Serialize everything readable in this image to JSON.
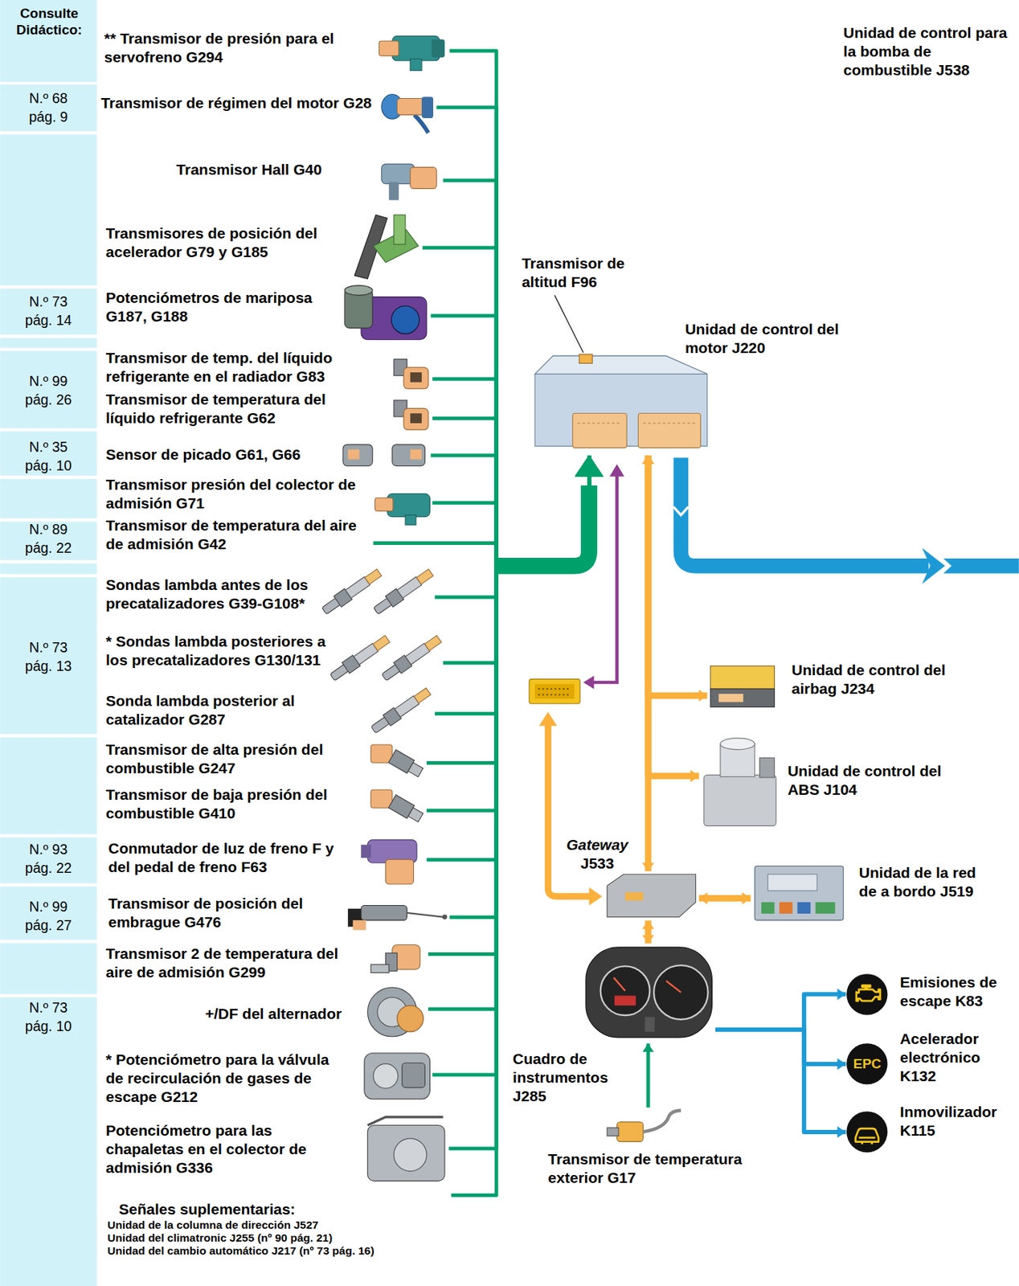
{
  "diagram": {
    "nodes": [
      {
        "text": [
          "** Transmisor de presión para el servofreno G294"
        ]
      },
      {
        "text": [
          "Transmisor de régimen del motor G28"
        ]
      },
      {
        "text": [
          "Transmisor Hall G40"
        ]
      },
      {
        "text": [
          "Transmisores de posición del acelerador G79 y G185"
        ]
      },
      {
        "text": [
          "Potenciómetros de mariposa G187, G188"
        ]
      },
      {
        "text": [
          "Transmisor de temp. del líquido refrigerante en el radiador G83"
        ]
      },
      {
        "text": [
          "Transmisor de temperatura del líquido refrigerante G62"
        ]
      },
      {
        "text": [
          "Sensor de picado G61, G66"
        ]
      },
      {
        "text": [
          "Transmisor presión del colector de admisión G71"
        ]
      },
      {
        "text": [
          "Transmisor de temperatura del aire de admisión G42"
        ]
      },
      {
        "text": [
          "Sondas lambda antes de los precatalizadores G39-G108*"
        ]
      },
      {
        "text": [
          "* Sondas lambda posteriores a los precatalizadores G130/131"
        ]
      },
      {
        "text": [
          "Sonda lambda posterior al catalizador G287"
        ]
      },
      {
        "text": [
          "Transmisor de alta presión del combustible G247"
        ]
      },
      {
        "text": [
          "Transmisor de baja presión del combustible G410"
        ]
      },
      {
        "text": [
          "Conmutador de luz de freno F y del pedal de freno F63"
        ]
      },
      {
        "text": [
          "Transmisor de posición del embrague G476"
        ]
      },
      {
        "text": [
          "Transmisor 2 de temperatura del aire de admisión G299"
        ]
      },
      {
        "text": [
          "+/DF del alternador"
        ]
      },
      {
        "text": [
          "* Potenciómetro para la válvula de recirculación de gases de escape G212"
        ]
      },
      {
        "text": [
          "Potenciómetro para las chapaletas en el colector de admisión G336"
        ]
      },
      {
        "text": [
          "Señales suplementarias:",
          "Unidad de la columna de dirección J527",
          "Unidad del climatronic J255 (nº 90 pág. 21)",
          "Unidad del cambio automático J217 (nº 73 pág. 16)"
        ]
      },
      {
        "text": [
          "Unidad de control del motor J220"
        ]
      },
      {
        "text": [
          "Unidad de control del airbag J234"
        ]
      },
      {
        "text": [
          "Unidad de control del ABS J104"
        ]
      },
      {
        "text": [
          "Gateway",
          "J533"
        ]
      },
      {
        "text": [
          "Unidad de la red de a bordo J519"
        ]
      },
      {
        "text": [
          "Cuadro de instrumentos J285"
        ]
      },
      {
        "text": [
          "Transmisor de temperatura exterior G17"
        ]
      },
      {
        "text": [
          "Emisiones de escape K83"
        ]
      },
      {
        "text": [
          "Acelerador electrónico K132"
        ]
      },
      {
        "text": [
          "Inmovilizador K115"
        ]
      }
    ],
    "edges": [
      {
        "from": 0,
        "to": 22,
        "arrow": "to"
      },
      {
        "from": 1,
        "to": 22,
        "arrow": "to"
      },
      {
        "from": 2,
        "to": 22,
        "arrow": "to"
      },
      {
        "from": 3,
        "to": 22,
        "arrow": "to"
      },
      {
        "from": 4,
        "to": 22,
        "arrow": "to"
      },
      {
        "from": 5,
        "to": 22,
        "arrow": "to"
      },
      {
        "from": 6,
        "to": 22,
        "arrow": "to"
      },
      {
        "from": 7,
        "to": 22,
        "arrow": "to"
      },
      {
        "from": 8,
        "to": 22,
        "arrow": "to"
      },
      {
        "from": 9,
        "to": 22,
        "arrow": "to"
      },
      {
        "from": 10,
        "to": 22,
        "arrow": "to"
      },
      {
        "from": 11,
        "to": 22,
        "arrow": "to"
      },
      {
        "from": 12,
        "to": 22,
        "arrow": "to"
      },
      {
        "from": 13,
        "to": 22,
        "arrow": "to"
      },
      {
        "from": 14,
        "to": 22,
        "arrow": "to"
      },
      {
        "from": 15,
        "to": 22,
        "arrow": "to"
      },
      {
        "from": 16,
        "to": 22,
        "arrow": "to"
      },
      {
        "from": 17,
        "to": 22,
        "arrow": "to"
      },
      {
        "from": 18,
        "to": 22,
        "arrow": "to"
      },
      {
        "from": 19,
        "to": 22,
        "arrow": "to"
      },
      {
        "from": 20,
        "to": 22,
        "arrow": "to"
      },
      {
        "from": 21,
        "to": 22,
        "arrow": "to"
      },
      {
        "from": 22,
        "to": 23,
        "arrow": "both"
      },
      {
        "from": 22,
        "to": 24,
        "arrow": "both"
      },
      {
        "from": 22,
        "to": 25,
        "arrow": "both"
      },
      {
        "from": 25,
        "to": 26,
        "arrow": "both"
      },
      {
        "from": 25,
        "to": 27,
        "arrow": "both"
      },
      {
        "from": 28,
        "to": 27,
        "arrow": "to"
      },
      {
        "from": 27,
        "to": 29,
        "arrow": "to"
      },
      {
        "from": 27,
        "to": 30,
        "arrow": "to"
      },
      {
        "from": 27,
        "to": 31,
        "arrow": "to"
      }
    ],
    "labels": [
      "Consulte Didáctico:",
      "N.º 68 pág. 9",
      "N.º 73 pág. 14",
      "N.º 99 pág. 26",
      "N.º 35 pág. 10",
      "N.º 89 pág. 22",
      "N.º 73 pág. 13",
      "N.º 93 pág. 22",
      "N.º 99 pág. 27",
      "N.º 73 pág. 10",
      "Unidad de control para la bomba de combustible J538",
      "Transmisor de altitud F96",
      "EPC"
    ]
  }
}
